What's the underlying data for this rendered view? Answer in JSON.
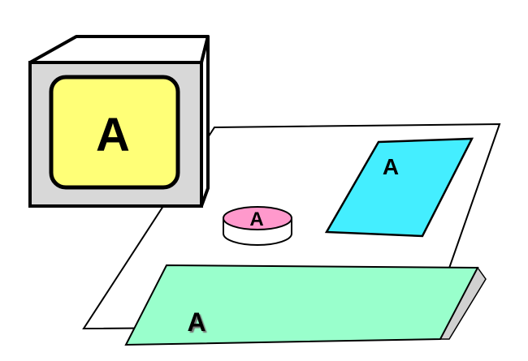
{
  "diagram": {
    "cube": {
      "label": "A",
      "colors": {
        "face": "#ffff77",
        "frame": "#d8d8d8",
        "outline": "#000000"
      }
    },
    "plane": {
      "colors": {
        "fill": "#ffffff",
        "outline": "#000000"
      }
    },
    "card": {
      "label": "A",
      "colors": {
        "fill": "#44eeff",
        "outline": "#000000"
      }
    },
    "disc": {
      "label": "A",
      "colors": {
        "top": "#ff99cc",
        "side": "#ffffff",
        "outline": "#000000"
      }
    },
    "mat": {
      "label": "A",
      "colors": {
        "top": "#99ffcc",
        "edge": "#d0d0d0",
        "outline": "#000000"
      }
    }
  }
}
